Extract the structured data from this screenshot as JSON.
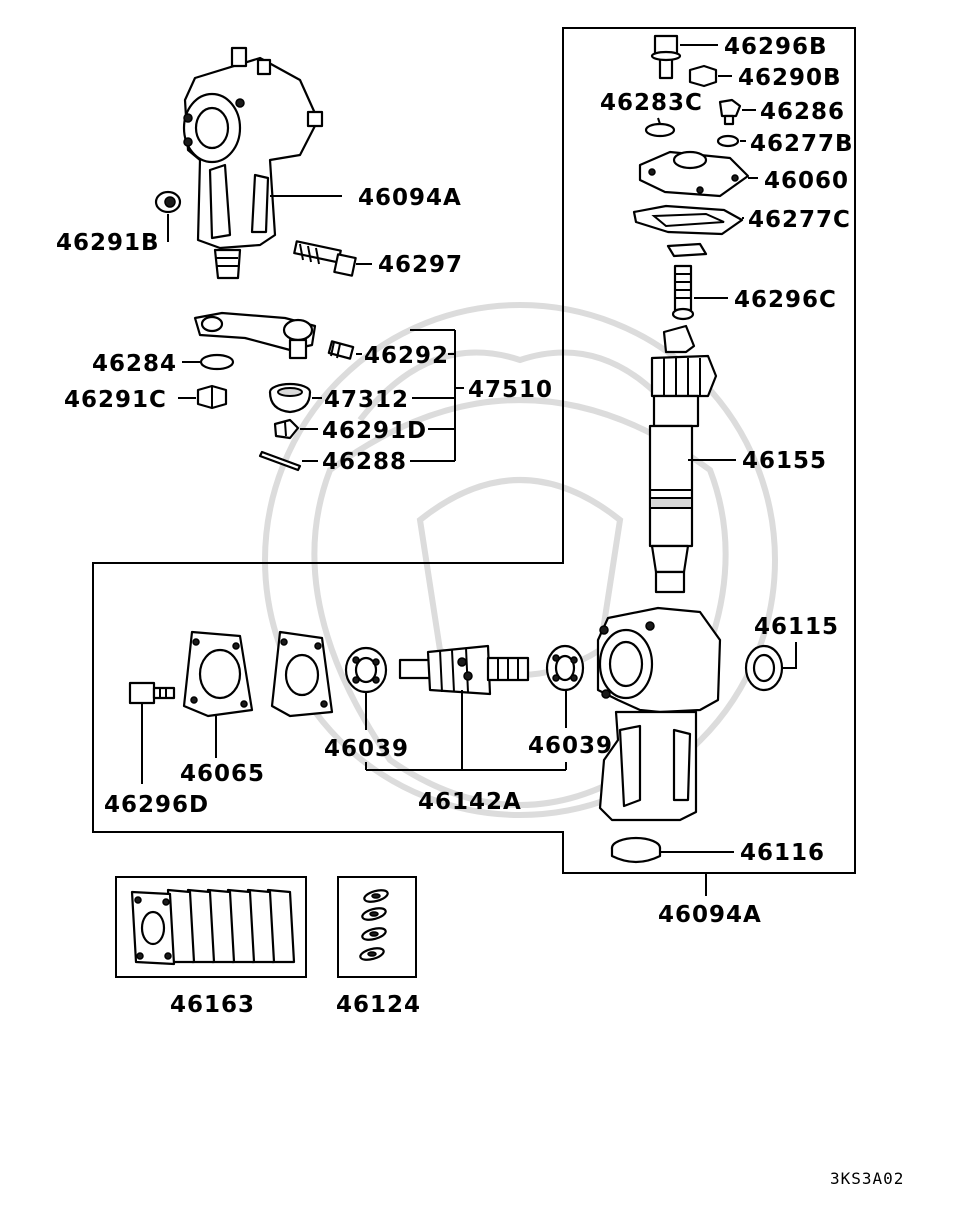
{
  "diagram": {
    "labels": {
      "l_46094A_top": "46094A",
      "l_46291B": "46291B",
      "l_46297": "46297",
      "l_46284": "46284",
      "l_46292": "46292",
      "l_46291C": "46291C",
      "l_47312": "47312",
      "l_47510": "47510",
      "l_46291D": "46291D",
      "l_46288": "46288",
      "l_46296B": "46296B",
      "l_46290B": "46290B",
      "l_46283C": "46283C",
      "l_46286": "46286",
      "l_46277B": "46277B",
      "l_46060": "46060",
      "l_46277C": "46277C",
      "l_46296C": "46296C",
      "l_46155": "46155",
      "l_46115": "46115",
      "l_46039_left": "46039",
      "l_46039_right": "46039",
      "l_46065": "46065",
      "l_46142A": "46142A",
      "l_46296D": "46296D",
      "l_46116": "46116",
      "l_46094A_bottom": "46094A",
      "l_46163": "46163",
      "l_46124": "46124"
    },
    "diagram_code": "3KS3A02"
  }
}
